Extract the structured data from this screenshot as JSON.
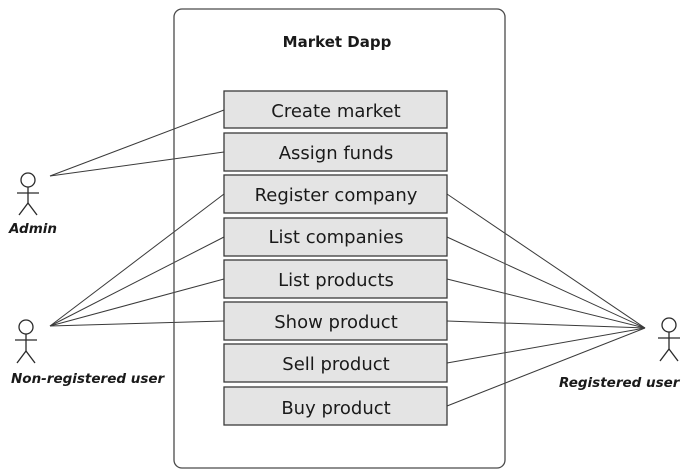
{
  "system": {
    "title": "Market Dapp"
  },
  "use_cases": [
    {
      "id": "create_market",
      "label": "Create market"
    },
    {
      "id": "assign_funds",
      "label": "Assign funds"
    },
    {
      "id": "register_company",
      "label": "Register company"
    },
    {
      "id": "list_companies",
      "label": "List companies"
    },
    {
      "id": "list_products",
      "label": "List products"
    },
    {
      "id": "show_product",
      "label": "Show product"
    },
    {
      "id": "sell_product",
      "label": "Sell product"
    },
    {
      "id": "buy_product",
      "label": "Buy product"
    }
  ],
  "actors": [
    {
      "id": "admin",
      "label": "Admin"
    },
    {
      "id": "non_registered",
      "label": "Non-registered user"
    },
    {
      "id": "registered",
      "label": "Registered user"
    }
  ],
  "associations": [
    {
      "from": "admin",
      "to": "create_market"
    },
    {
      "from": "admin",
      "to": "assign_funds"
    },
    {
      "from": "non_registered",
      "to": "register_company"
    },
    {
      "from": "non_registered",
      "to": "list_companies"
    },
    {
      "from": "non_registered",
      "to": "list_products"
    },
    {
      "from": "non_registered",
      "to": "show_product"
    },
    {
      "from": "registered",
      "to": "register_company"
    },
    {
      "from": "registered",
      "to": "list_companies"
    },
    {
      "from": "registered",
      "to": "list_products"
    },
    {
      "from": "registered",
      "to": "show_product"
    },
    {
      "from": "registered",
      "to": "sell_product"
    },
    {
      "from": "registered",
      "to": "buy_product"
    }
  ],
  "colors": {
    "box_fill": "#e4e4e4",
    "box_stroke": "#3a3a3a",
    "line": "#3a3a3a",
    "text": "#1a1a1a"
  }
}
